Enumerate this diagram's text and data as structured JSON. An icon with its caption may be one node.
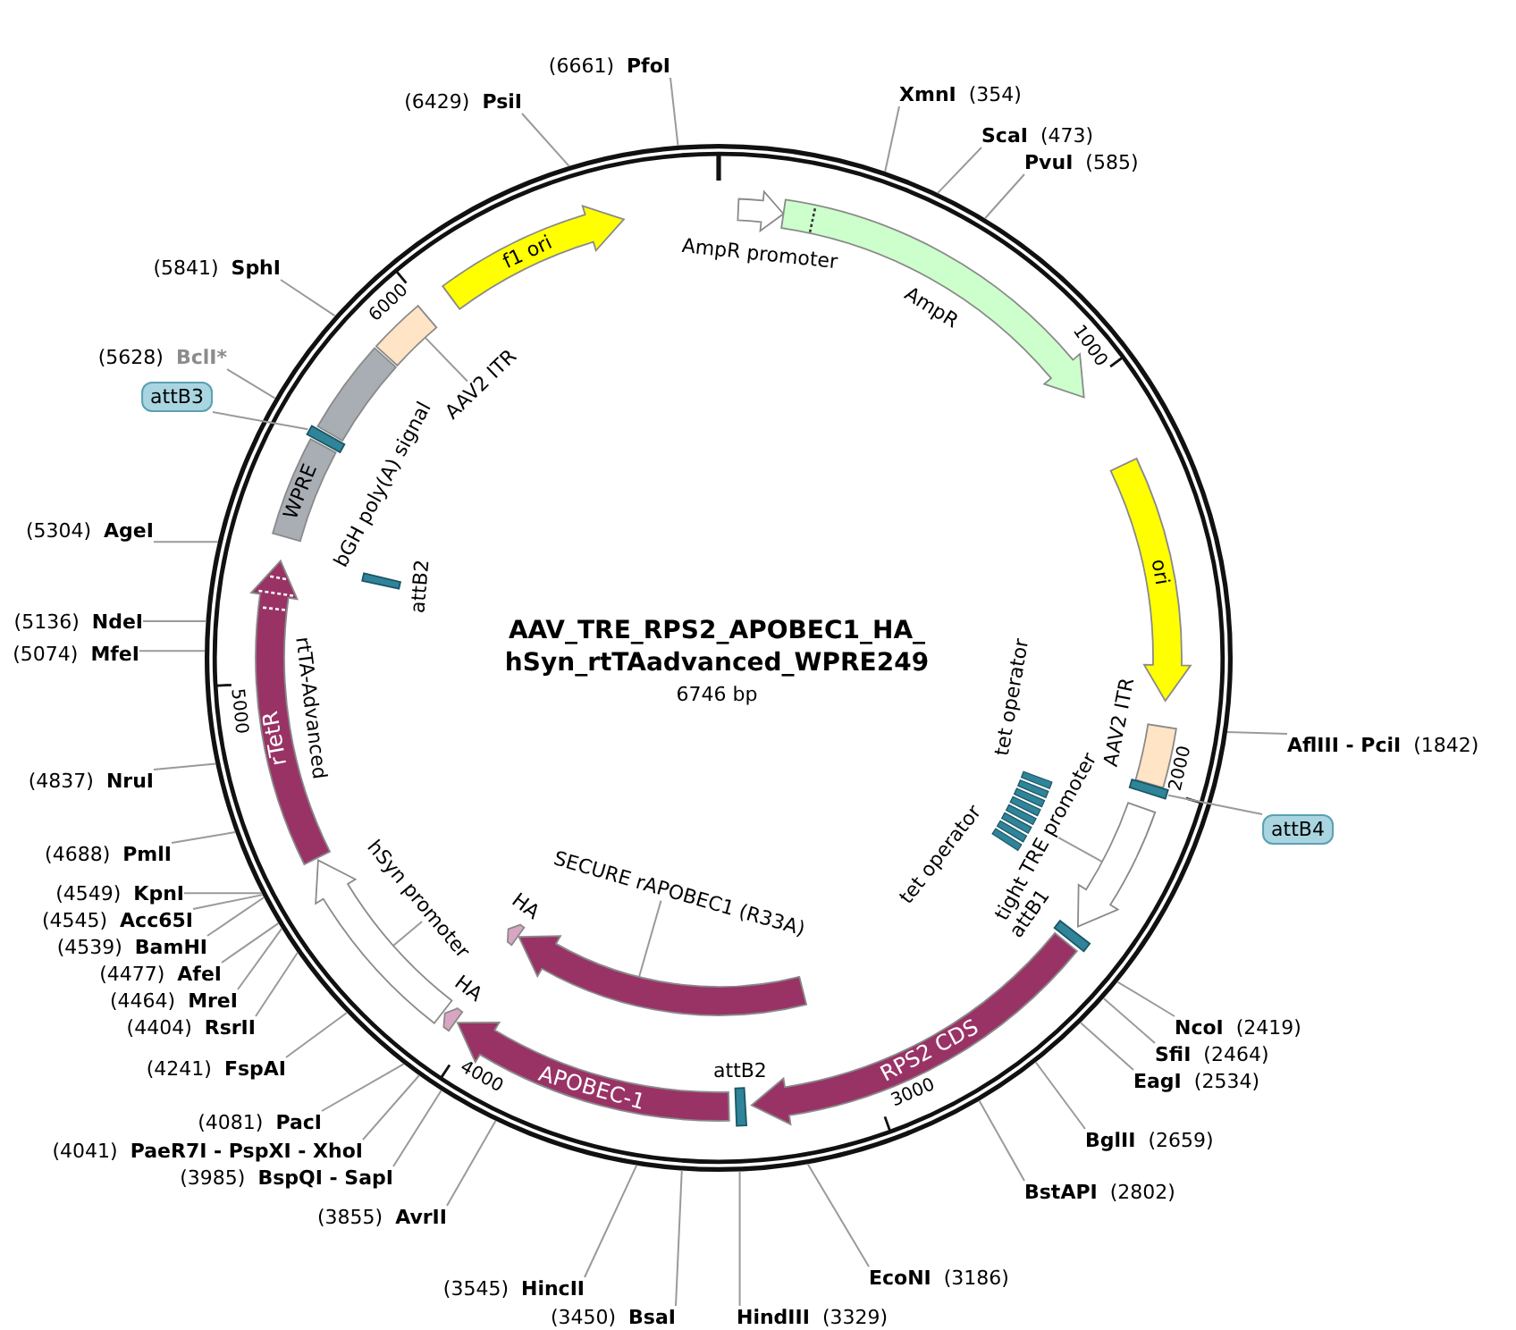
{
  "diagram": {
    "title": "AAV_TRE_RPS2_APOBEC1_HA_ hSyn_rtTAadvanced_WPRE249",
    "nodes": [
      {
        "text": [
          "XmnI",
          "(354)"
        ]
      },
      {
        "text": [
          "ScaI",
          "(473)"
        ]
      },
      {
        "text": [
          "PvuI",
          "(585)"
        ]
      },
      {
        "text": [
          "AflIII - PciI",
          "(1842)"
        ]
      },
      {
        "text": [
          "NcoI",
          "(2419)"
        ]
      },
      {
        "text": [
          "SfiI",
          "(2464)"
        ]
      },
      {
        "text": [
          "EagI",
          "(2534)"
        ]
      },
      {
        "text": [
          "BglII",
          "(2659)"
        ]
      },
      {
        "text": [
          "BstAPI",
          "(2802)"
        ]
      },
      {
        "text": [
          "EcoNI",
          "(3186)"
        ]
      },
      {
        "text": [
          "HindIII",
          "(3329)"
        ]
      },
      {
        "text": [
          "(3450)",
          "BsaI"
        ]
      },
      {
        "text": [
          "(3545)",
          "HincII"
        ]
      },
      {
        "text": [
          "(3855)",
          "AvrII"
        ]
      },
      {
        "text": [
          "(3985)",
          "BspQI - SapI"
        ]
      },
      {
        "text": [
          "(4041)",
          "PaeR7I - PspXI - XhoI"
        ]
      },
      {
        "text": [
          "(4081)",
          "PacI"
        ]
      },
      {
        "text": [
          "(4241)",
          "FspAI"
        ]
      },
      {
        "text": [
          "(4404)",
          "RsrII"
        ]
      },
      {
        "text": [
          "(4464)",
          "MreI"
        ]
      },
      {
        "text": [
          "(4477)",
          "AfeI"
        ]
      },
      {
        "text": [
          "(4539)",
          "BamHI"
        ]
      },
      {
        "text": [
          "(4545)",
          "Acc65I"
        ]
      },
      {
        "text": [
          "(4549)",
          "KpnI"
        ]
      },
      {
        "text": [
          "(4688)",
          "PmlI"
        ]
      },
      {
        "text": [
          "(4837)",
          "NruI"
        ]
      },
      {
        "text": [
          "(5074)",
          "MfeI"
        ]
      },
      {
        "text": [
          "(5136)",
          "NdeI"
        ]
      },
      {
        "text": [
          "(5304)",
          "AgeI"
        ]
      },
      {
        "text": [
          "(5628)",
          "BclI*"
        ]
      },
      {
        "text": [
          "(5841)",
          "SphI"
        ]
      },
      {
        "text": [
          "(6429)",
          "PsiI"
        ]
      },
      {
        "text": [
          "(6661)",
          "PfoI"
        ]
      },
      {
        "text": [
          "AmpR promoter"
        ]
      },
      {
        "text": [
          "AmpR"
        ]
      },
      {
        "text": [
          "ori"
        ]
      },
      {
        "text": [
          "AAV2 ITR"
        ]
      },
      {
        "text": [],
        "shape": "bar"
      },
      {
        "text": [],
        "shape": "arrow"
      },
      {
        "text": [
          "tet operator"
        ]
      },
      {
        "text": [
          "tet operator"
        ]
      },
      {
        "text": [
          "attB1"
        ]
      },
      {
        "text": [
          "RPS2 CDS"
        ]
      },
      {
        "text": [
          "attB2"
        ]
      },
      {
        "text": [
          "APOBEC-1"
        ]
      },
      {
        "text": [],
        "shape": "arrow"
      },
      {
        "text": [
          "HA"
        ]
      },
      {
        "text": [
          "HA"
        ]
      },
      {
        "text": [],
        "shape": "arrow"
      },
      {
        "text": [
          "rTetR",
          "rtTA-Advanced"
        ]
      },
      {
        "text": [
          "attB2"
        ]
      },
      {
        "text": [
          "WPRE"
        ]
      },
      {
        "text": [],
        "shape": "bar"
      },
      {
        "text": [
          "bGH poly(A) signal"
        ]
      },
      {
        "text": [],
        "shape": "box"
      },
      {
        "text": [
          "f1 ori"
        ]
      },
      {
        "text": [
          "AAV2 ITR"
        ]
      },
      {
        "text": [
          "attB3"
        ]
      },
      {
        "text": [
          "attB4"
        ]
      },
      {
        "text": [
          "tight TRE promoter"
        ]
      },
      {
        "text": [
          "hSyn promoter"
        ]
      },
      {
        "text": [
          "SECURE rAPOBEC1 (R33A)"
        ]
      }
    ],
    "edges": [
      {
        "from": 0,
        "to": null,
        "arrow": "none"
      },
      {
        "from": 1,
        "to": null,
        "arrow": "none"
      },
      {
        "from": 2,
        "to": null,
        "arrow": "none"
      },
      {
        "from": 3,
        "to": null,
        "arrow": "none"
      },
      {
        "from": 4,
        "to": null,
        "arrow": "none"
      },
      {
        "from": 5,
        "to": null,
        "arrow": "none"
      },
      {
        "from": 6,
        "to": null,
        "arrow": "none"
      },
      {
        "from": 7,
        "to": null,
        "arrow": "none"
      },
      {
        "from": 8,
        "to": null,
        "arrow": "none"
      },
      {
        "from": 9,
        "to": null,
        "arrow": "none"
      },
      {
        "from": 10,
        "to": null,
        "arrow": "none"
      },
      {
        "from": 11,
        "to": null,
        "arrow": "none"
      },
      {
        "from": 12,
        "to": null,
        "arrow": "none"
      },
      {
        "from": 13,
        "to": null,
        "arrow": "none"
      },
      {
        "from": 14,
        "to": null,
        "arrow": "none"
      },
      {
        "from": 15,
        "to": null,
        "arrow": "none"
      },
      {
        "from": 16,
        "to": null,
        "arrow": "none"
      },
      {
        "from": 17,
        "to": null,
        "arrow": "none"
      },
      {
        "from": 18,
        "to": null,
        "arrow": "none"
      },
      {
        "from": 19,
        "to": null,
        "arrow": "none"
      },
      {
        "from": 20,
        "to": null,
        "arrow": "none"
      },
      {
        "from": 21,
        "to": null,
        "arrow": "none"
      },
      {
        "from": 22,
        "to": null,
        "arrow": "none"
      },
      {
        "from": 23,
        "to": null,
        "arrow": "none"
      },
      {
        "from": 24,
        "to": null,
        "arrow": "none"
      },
      {
        "from": 25,
        "to": null,
        "arrow": "none"
      },
      {
        "from": 26,
        "to": null,
        "arrow": "none"
      },
      {
        "from": 27,
        "to": null,
        "arrow": "none"
      },
      {
        "from": 28,
        "to": null,
        "arrow": "none"
      },
      {
        "from": 29,
        "to": null,
        "arrow": "none"
      },
      {
        "from": 30,
        "to": null,
        "arrow": "none"
      },
      {
        "from": 31,
        "to": null,
        "arrow": "none"
      },
      {
        "from": 32,
        "to": null,
        "arrow": "none"
      },
      {
        "from": 56,
        "to": 54,
        "arrow": "none"
      },
      {
        "from": 57,
        "to": 52,
        "arrow": "none"
      },
      {
        "from": 58,
        "to": 37,
        "arrow": "none"
      },
      {
        "from": 59,
        "to": 38,
        "arrow": "none"
      },
      {
        "from": 60,
        "to": 48,
        "arrow": "none"
      },
      {
        "from": 61,
        "to": 45,
        "arrow": "none"
      }
    ],
    "labels": [
      "6746 bp",
      "1000",
      "2000",
      "3000",
      "4000",
      "5000",
      "6000"
    ]
  }
}
